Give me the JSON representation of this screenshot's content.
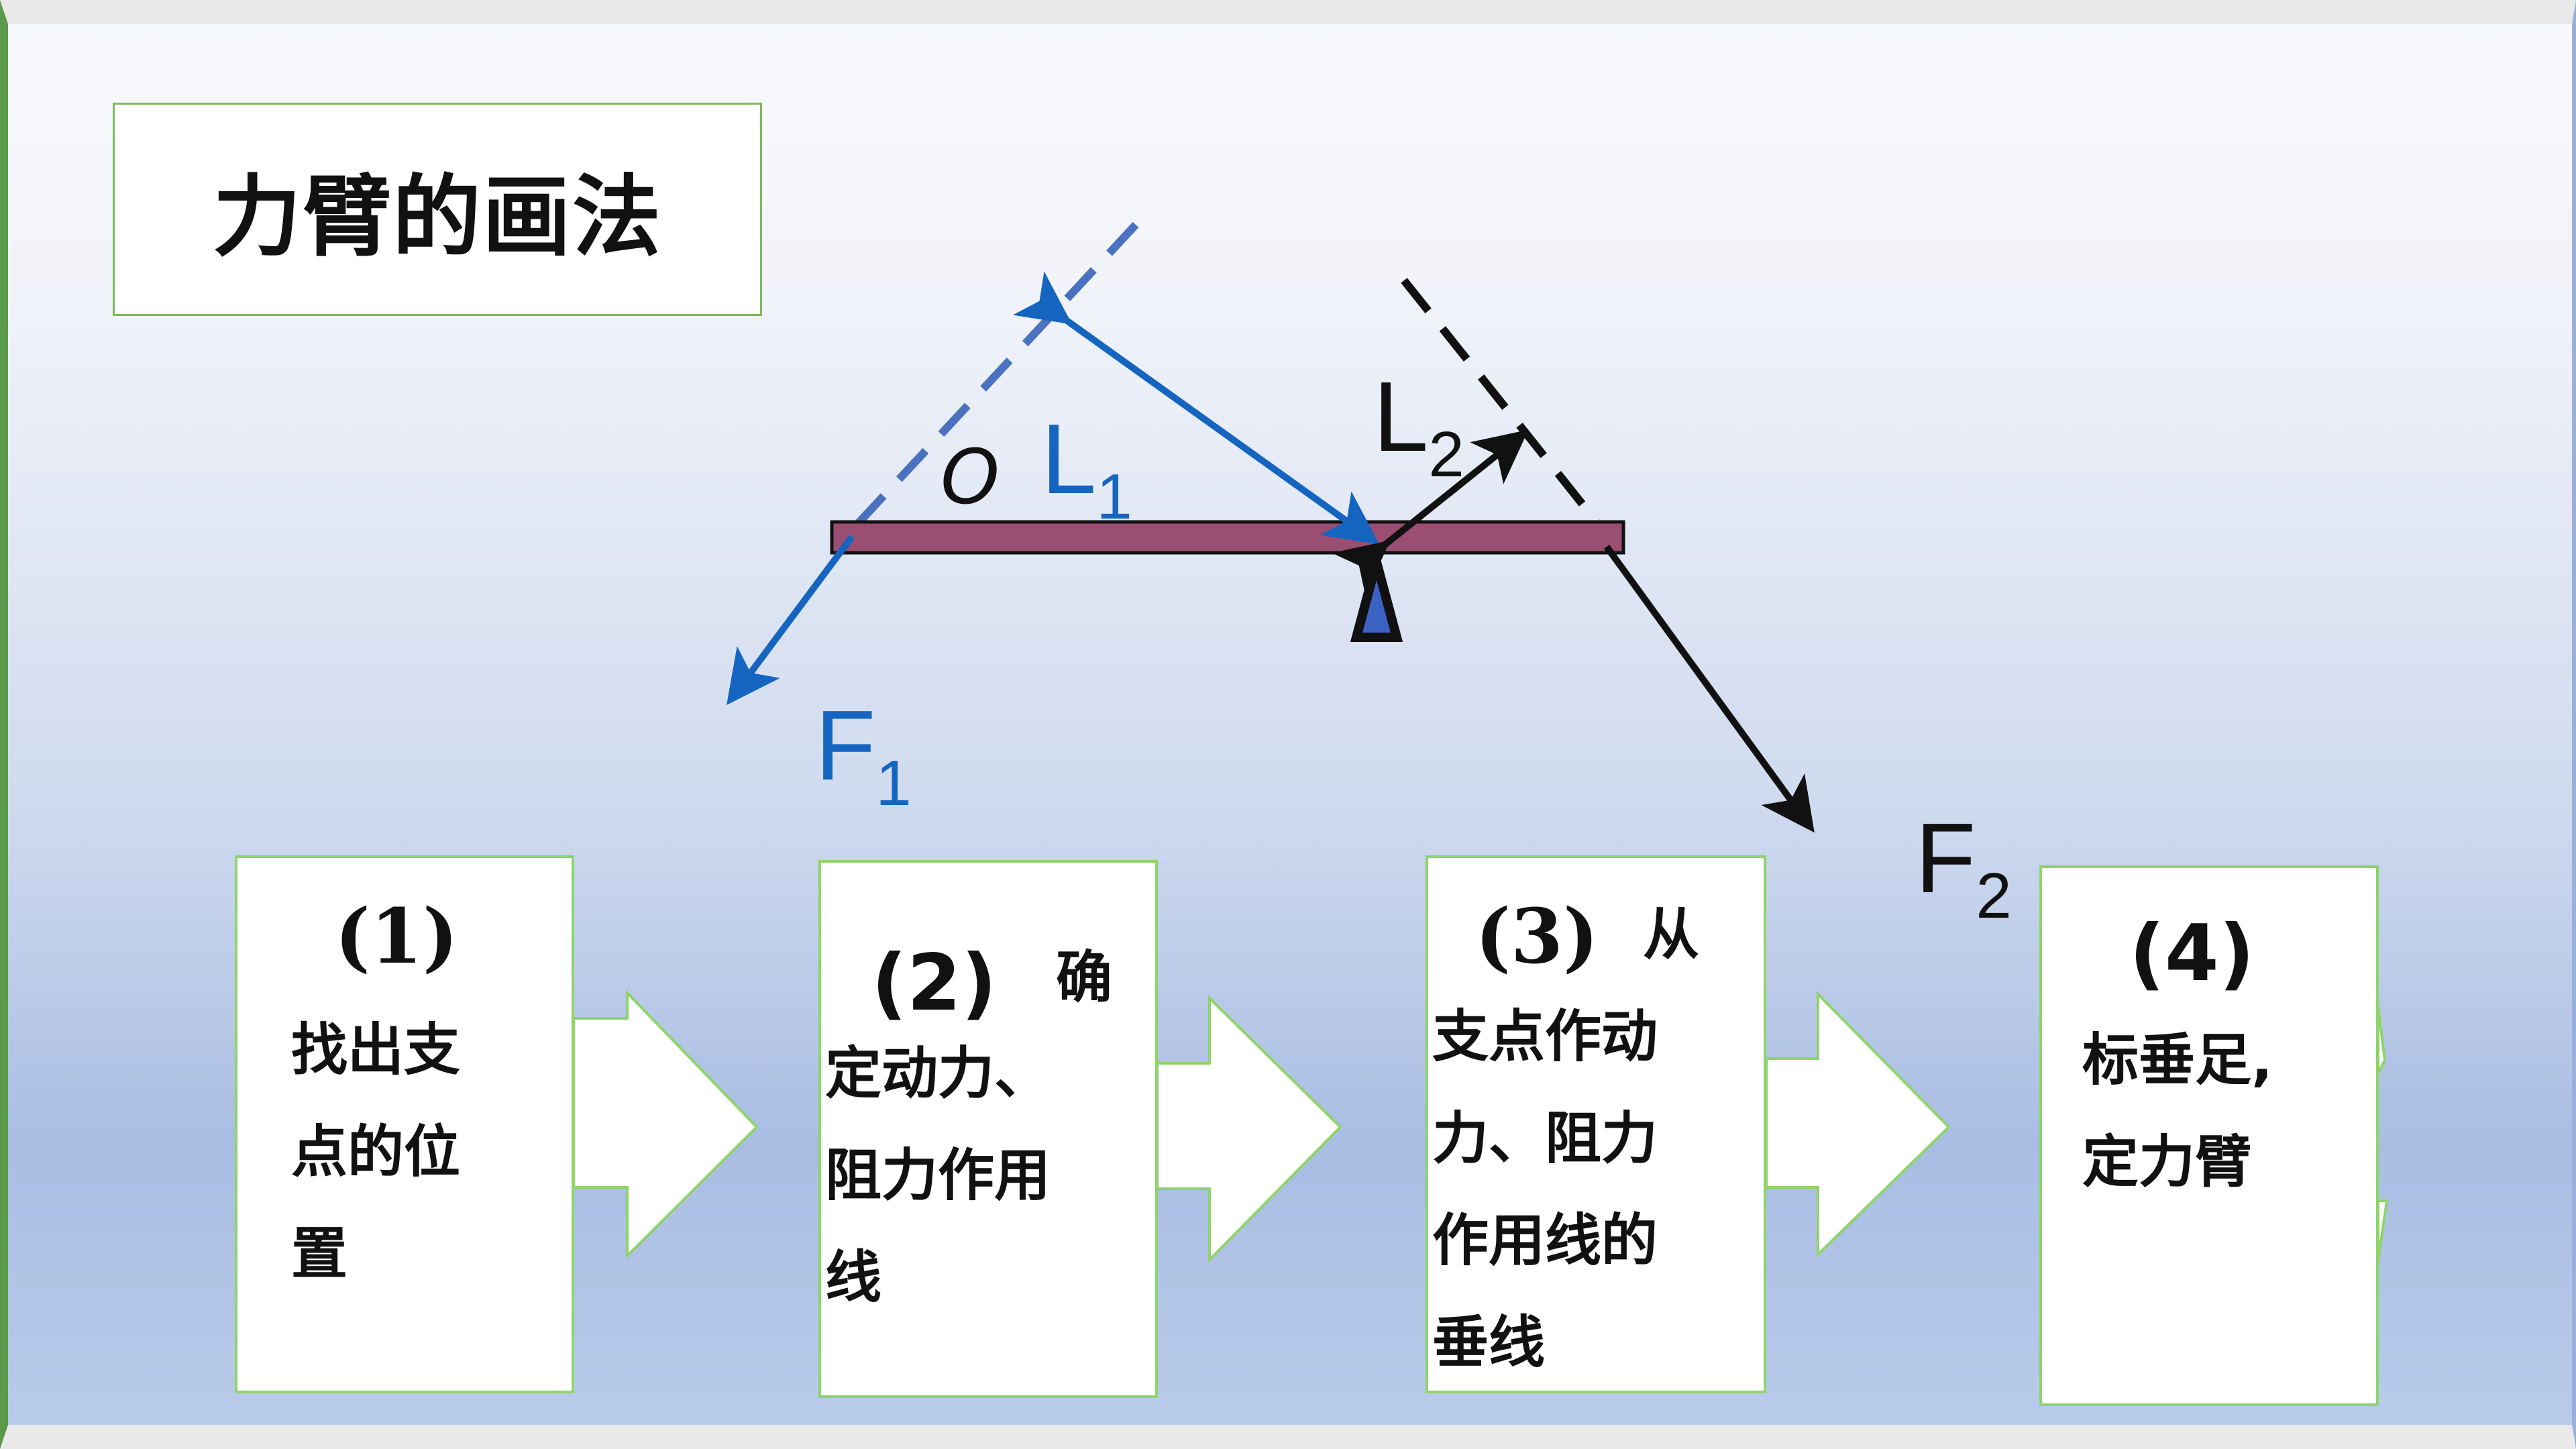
{
  "title": "力臂的画法",
  "labels": {
    "pivot": "O",
    "l1_main": "L",
    "l1_sub": "1",
    "l2_main": "L",
    "l2_sub": "2",
    "f1_main": "F",
    "f1_sub": "1",
    "f2_main": "F",
    "f2_sub": "2"
  },
  "steps": [
    {
      "num": "(1)",
      "text_lines": [
        "找出支",
        "点的位",
        "置"
      ]
    },
    {
      "num": "(2)",
      "text_lines": [
        "确",
        "定动力、",
        "阻力作用",
        "线"
      ]
    },
    {
      "num": "(3)",
      "text_lines": [
        "从",
        "支点作动",
        "力、阻力",
        "作用线的",
        "垂线"
      ]
    },
    {
      "num": "(4)",
      "text_lines": [
        "标垂足,",
        "定力臂"
      ]
    }
  ],
  "colors": {
    "lever": "#9a4e72",
    "blue_force": "#1565c0",
    "blue_dashed": "#4a72c0",
    "black_force": "#111111",
    "box_border": "#8fd46a",
    "arrow_border": "#8fd46a"
  }
}
